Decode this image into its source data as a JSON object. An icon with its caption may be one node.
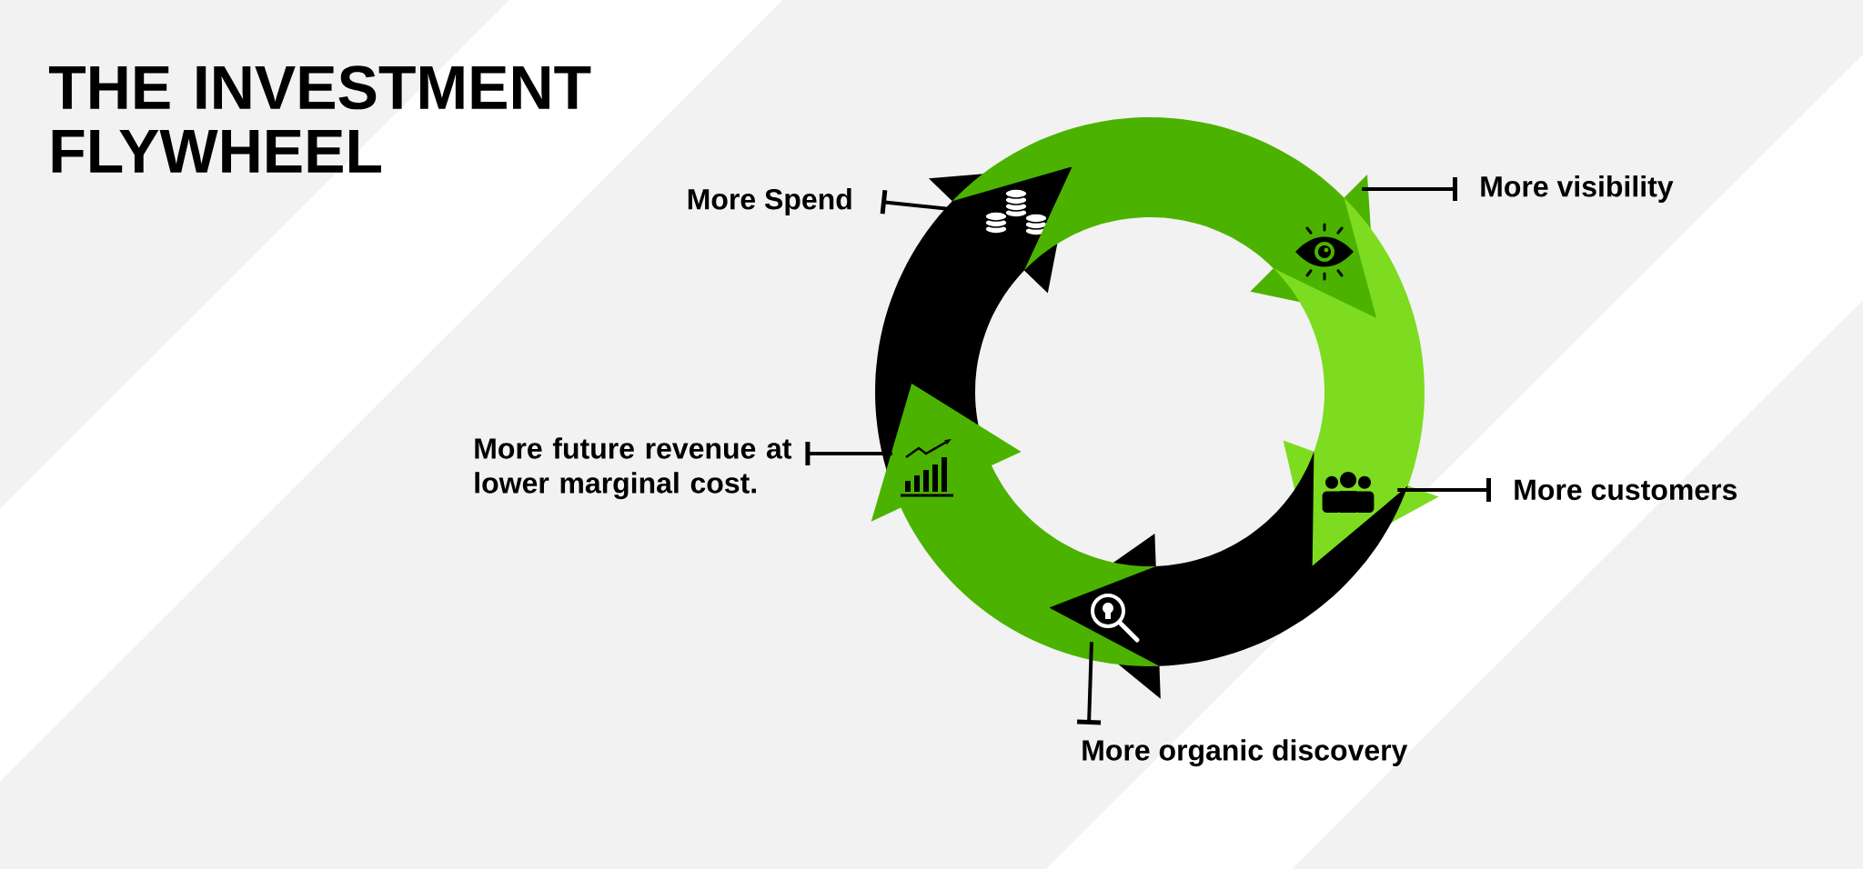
{
  "diagram": {
    "title": "THE INVESTMENT FLYWHEEL",
    "nodes": [
      {
        "text": [],
        "shape": "arrow"
      },
      {
        "text": [],
        "shape": "arrow"
      },
      {
        "text": [],
        "shape": "arrow"
      },
      {
        "text": [],
        "shape": "arrow"
      },
      {
        "text": [],
        "shape": "arrow"
      },
      {
        "text": [
          "More Spend"
        ]
      },
      {
        "text": [
          "More visibility"
        ]
      },
      {
        "text": [
          "More customers"
        ]
      },
      {
        "text": [
          "More organic discovery"
        ]
      },
      {
        "text": [
          "More future revenue at lower marginal cost."
        ]
      }
    ],
    "edges": [
      {
        "from": 5,
        "to": 0,
        "arrow": "other"
      },
      {
        "from": 6,
        "to": 1,
        "arrow": "other"
      },
      {
        "from": 7,
        "to": 2,
        "arrow": "other"
      },
      {
        "from": 8,
        "to": 3,
        "arrow": "other"
      },
      {
        "from": 9,
        "to": 4,
        "arrow": "other"
      }
    ]
  }
}
